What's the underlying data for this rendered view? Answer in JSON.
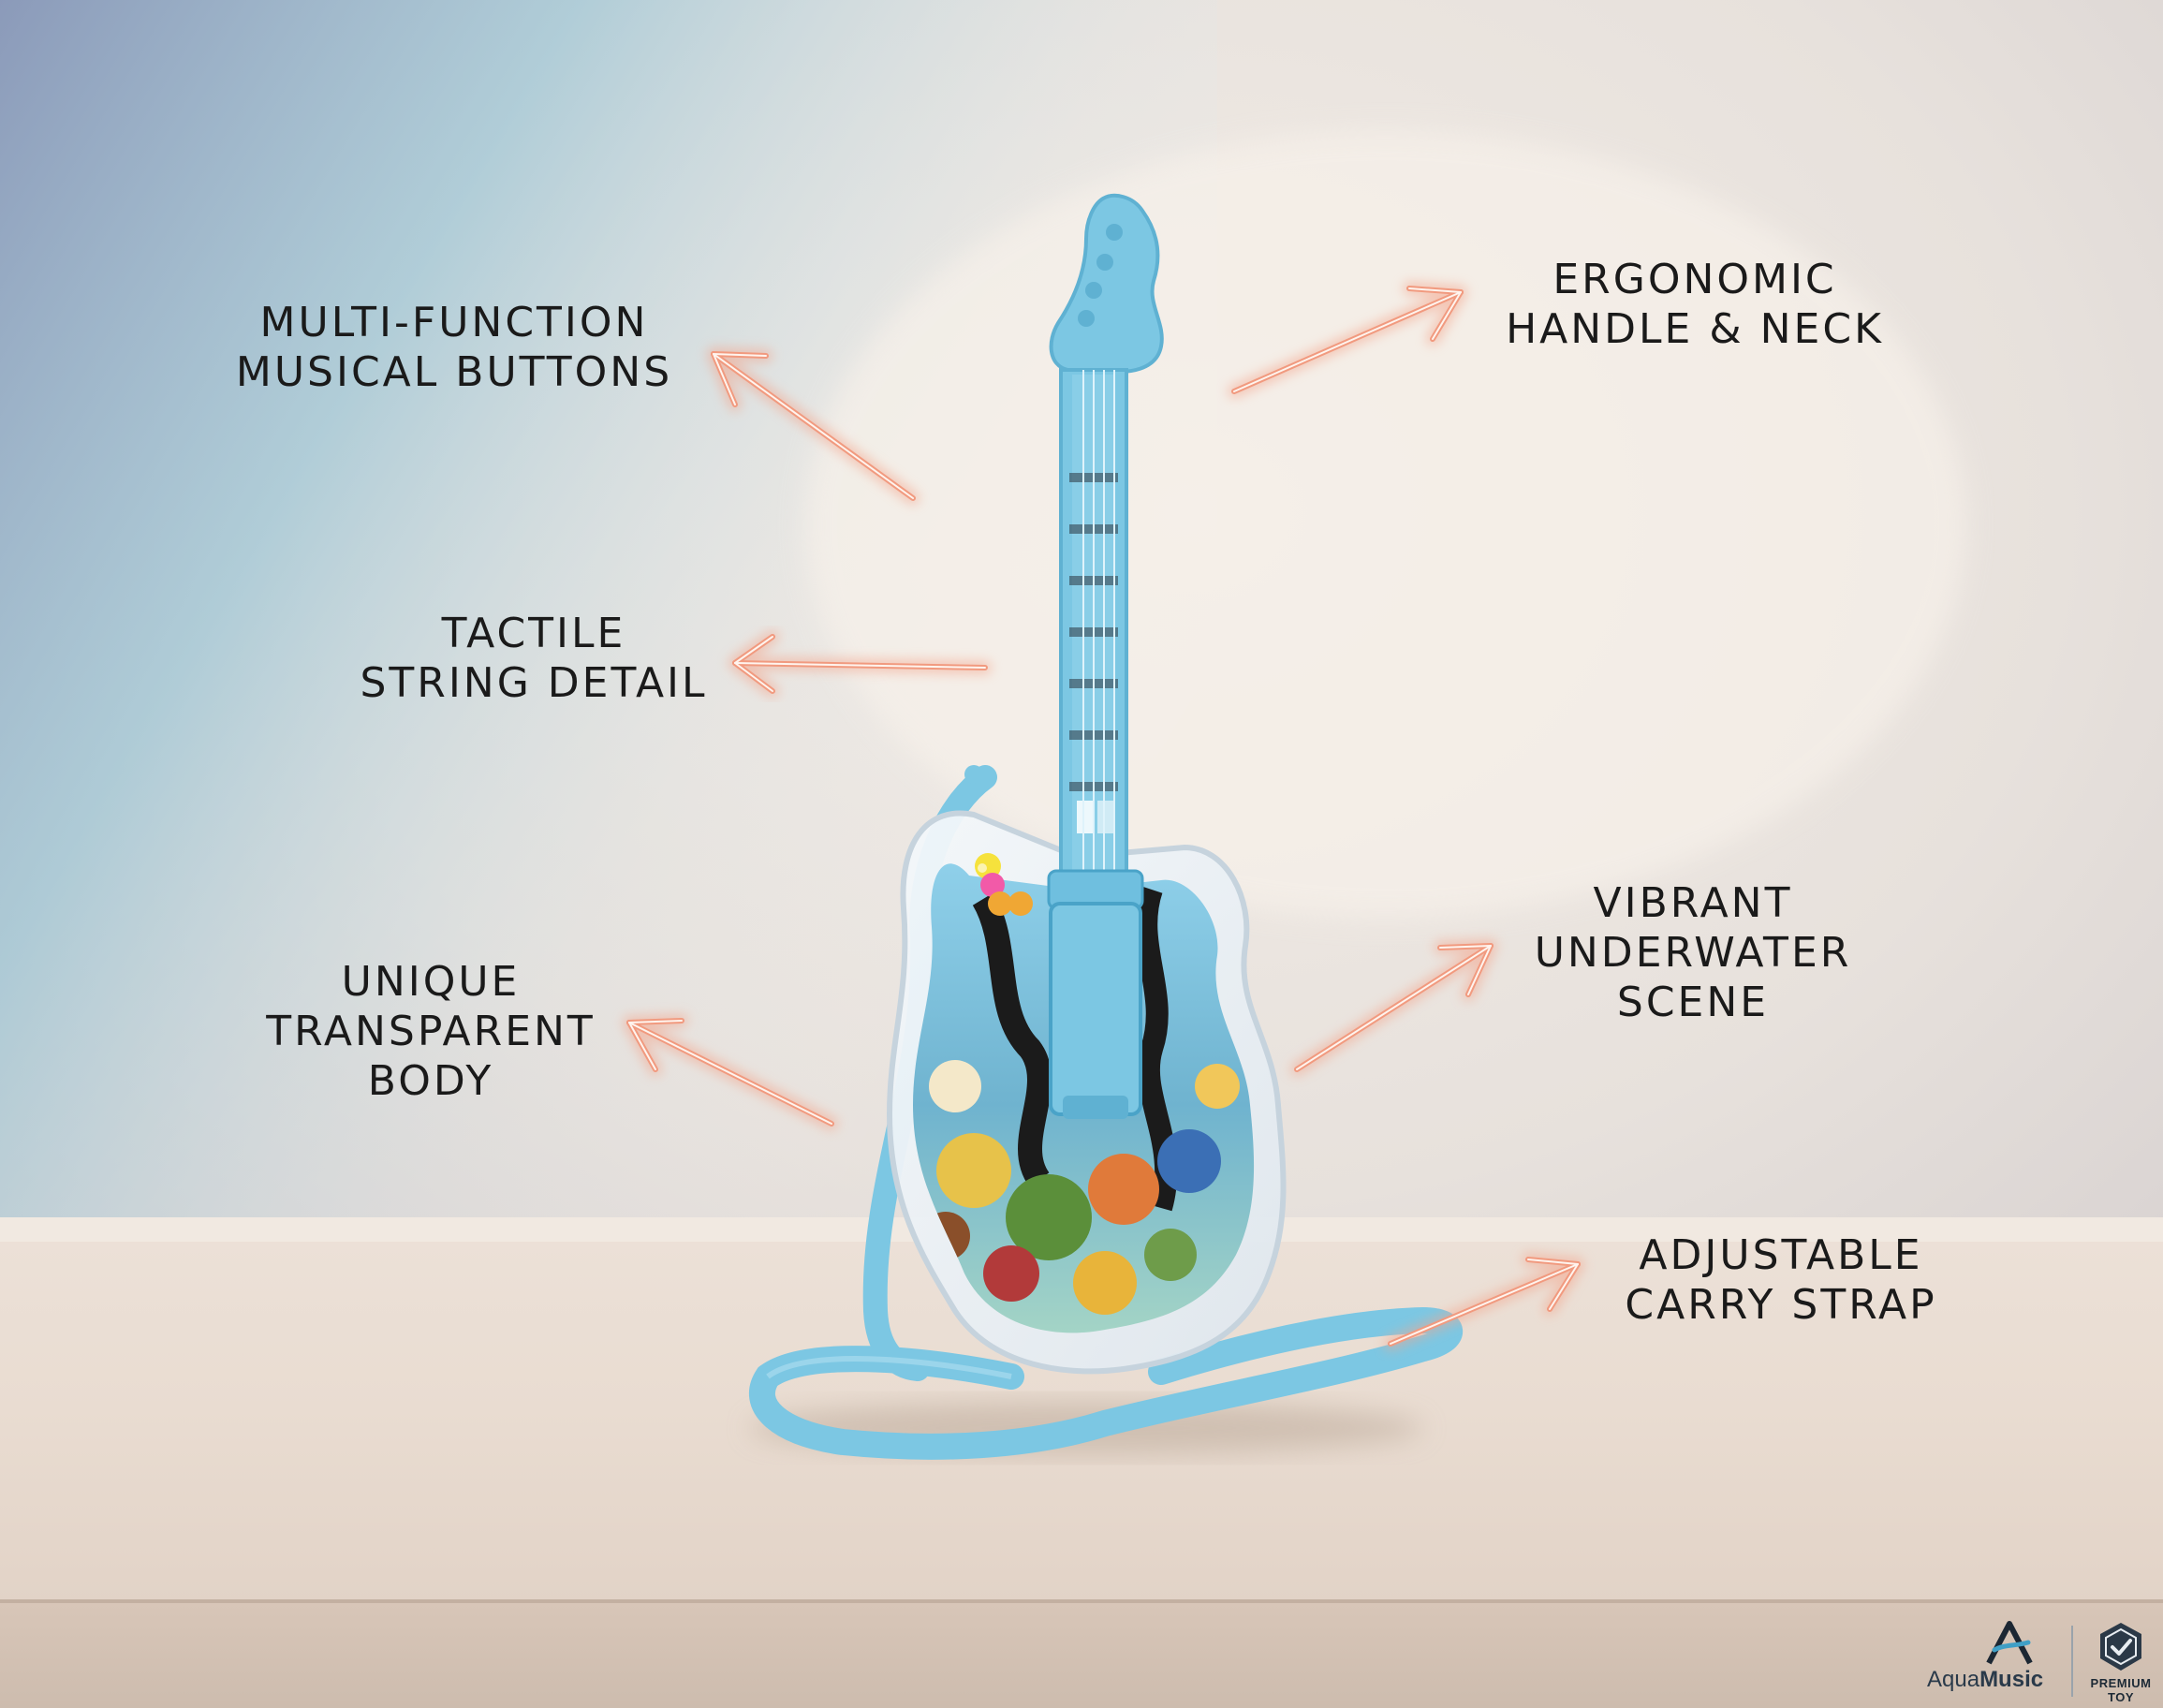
{
  "labels": {
    "multi_function": [
      "MULTI-FUNCTION",
      "MUSICAL BUTTONS"
    ],
    "ergonomic": [
      "ERGONOMIC",
      "HANDLE & NECK"
    ],
    "tactile": [
      "TACTILE",
      "STRING DETAIL"
    ],
    "vibrant": [
      "VIBRANT",
      "UNDERWATER",
      "SCENE"
    ],
    "unique": [
      "UNIQUE",
      "TRANSPARENT",
      "BODY"
    ],
    "adjustable": [
      "ADJUSTABLE",
      "CARRY STRAP"
    ]
  },
  "brand": {
    "name_part1": "Aqua",
    "name_part2": "Music",
    "badge_line1": "PREMIUM",
    "badge_line2": "TOY"
  },
  "colors": {
    "guitar_blue": "#7cc7e3",
    "guitar_blue_dark": "#3f9fc6",
    "arrow_glow": "#f4a58c",
    "arrow_core": "#fff1ea"
  }
}
